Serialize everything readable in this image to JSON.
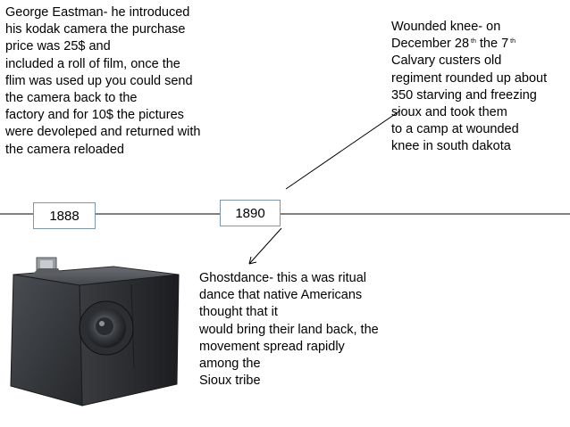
{
  "notes": {
    "eastman": "George Eastman- he introduced\nhis kodak camera the purchase\nprice was 25$ and\nincluded a roll of film, once the\nflim was used up you could send\nthe camera back to the\nfactory and for 10$ the pictures\nwere devoleped and returned with\nthe camera reloaded",
    "wounded_knee": {
      "line1_a": "Wounded knee- on",
      "line2_a": "December 28",
      "line2_sup1": "th",
      "line2_b": "the 7",
      "line2_sup2": "th",
      "rest": "Calvary custers old\nregiment rounded up about\n350 starving and freezing\nsioux and took them\nto a camp at wounded\nknee in south dakota"
    },
    "ghostdance": "Ghostdance- this a was ritual\ndance that native Americans\nthought that it\nwould bring their land back, the\nmovement spread rapidly\namong the\nSioux tribe"
  },
  "timeline": {
    "dates": [
      "1888",
      "1890"
    ]
  },
  "colors": {
    "box_border": "#7e97ad",
    "line": "#000000"
  }
}
